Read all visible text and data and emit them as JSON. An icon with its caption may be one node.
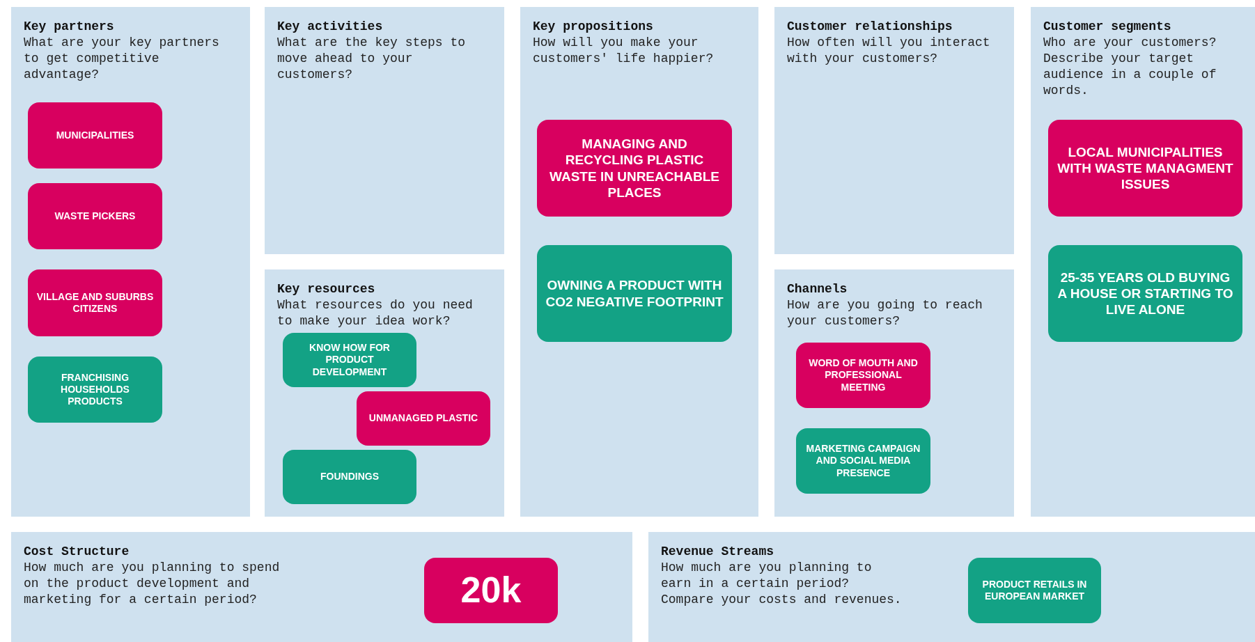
{
  "diagram": {
    "nodes": [
      {
        "text": [
          "Key partners",
          "What are your key partners to get competitive advantage?"
        ]
      },
      {
        "text": [
          "MUNICIPALITIES"
        ],
        "in": 0
      },
      {
        "text": [
          "WASTE PICKERS"
        ],
        "in": 0
      },
      {
        "text": [
          "VILLAGE AND SUBURBS CITIZENS"
        ],
        "in": 0
      },
      {
        "text": [
          "FRANCHISING HOUSEHOLDS PRODUCTS"
        ],
        "in": 0
      },
      {
        "text": [
          "Key activities",
          "What are the key steps to move ahead to your customers?"
        ]
      },
      {
        "text": [
          "Key resources",
          "What resources do you need to make your idea work?"
        ]
      },
      {
        "text": [
          "KNOW HOW FOR PRODUCT DEVELOPMENT"
        ],
        "in": 6
      },
      {
        "text": [
          "UNMANAGED PLASTIC"
        ],
        "in": 6
      },
      {
        "text": [
          "FOUNDINGS"
        ],
        "in": 6
      },
      {
        "text": [
          "Key propositions",
          "How will you make your customers' life happier?"
        ]
      },
      {
        "text": [
          "MANAGING AND RECYCLING PLASTIC WASTE IN UNREACHABLE PLACES"
        ],
        "in": 10
      },
      {
        "text": [
          "OWNING A PRODUCT WITH CO2 NEGATIVE FOOTPRINT"
        ],
        "in": 10
      },
      {
        "text": [
          "Customer relationships",
          "How often will you interact with your customers?"
        ]
      },
      {
        "text": [
          "Channels",
          "How are you going to reach your customers?"
        ]
      },
      {
        "text": [
          "WORD OF MOUTH AND PROFESSIONAL MEETING"
        ],
        "in": 14
      },
      {
        "text": [
          "MARKETING CAMPAIGN AND SOCIAL MEDIA PRESENCE"
        ],
        "in": 14
      },
      {
        "text": [
          "Customer segments",
          "Who are your customers? Describe your target audience in a couple of words."
        ]
      },
      {
        "text": [
          "LOCAL MUNICIPALITIES WITH WASTE MANAGMENT ISSUES"
        ],
        "in": 17
      },
      {
        "text": [
          "25-35 YEARS OLD BUYING A HOUSE OR STARTING TO LIVE ALONE"
        ],
        "in": 17
      },
      {
        "text": [
          "Cost Structure",
          "How much are you planning to spend on the product development and marketing for a certain period?"
        ]
      },
      {
        "text": [
          "20k"
        ],
        "in": 20
      },
      {
        "text": [
          "Revenue Streams",
          "How much are you planning to earn in a certain period? Compare your costs and revenues."
        ]
      },
      {
        "text": [
          "PRODUCT RETAILS IN EUROPEAN MARKET"
        ],
        "in": 22
      }
    ]
  }
}
